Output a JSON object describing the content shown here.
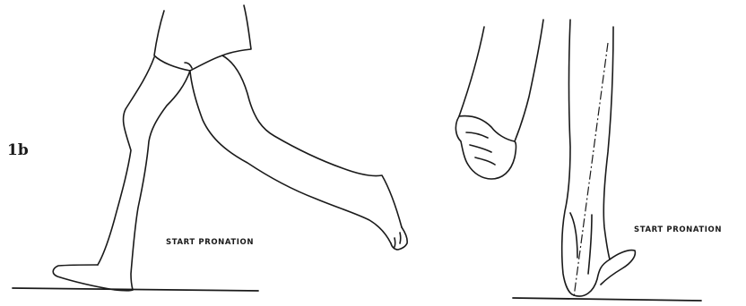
{
  "figure": {
    "label": "1b"
  },
  "side_view": {
    "caption": "START PRONATION"
  },
  "rear_view": {
    "caption": "START PRONATION"
  }
}
